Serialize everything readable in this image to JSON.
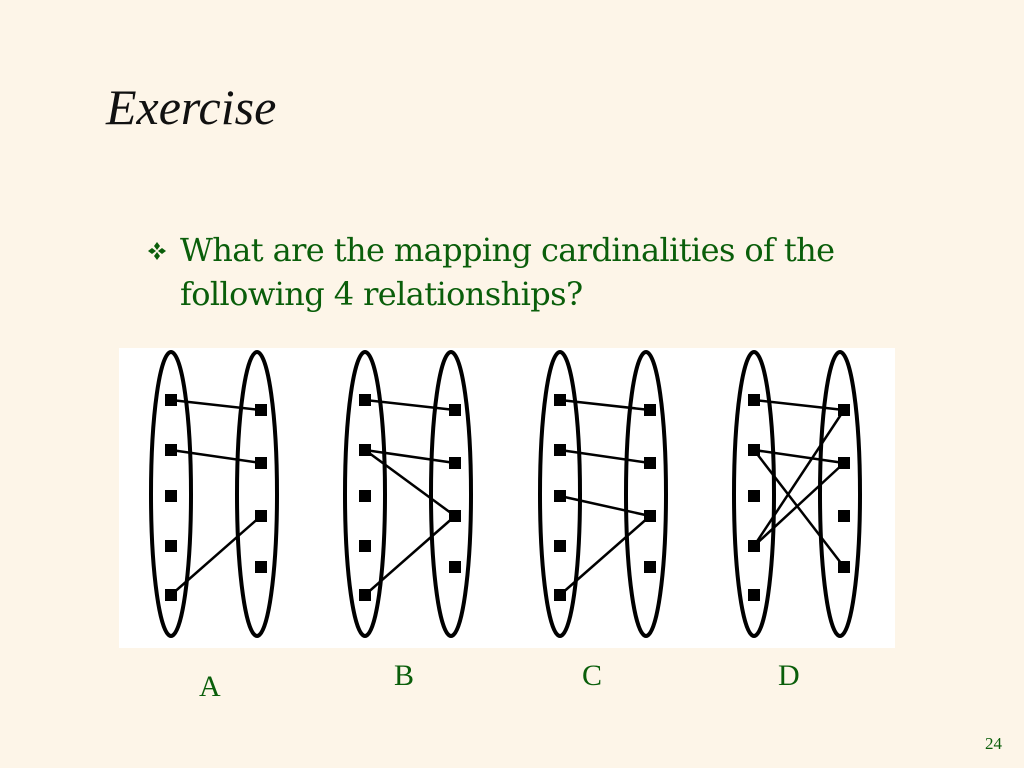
{
  "slide": {
    "title": "Exercise",
    "bullet": "What are the mapping cardinalities of the following 4 relationships?",
    "page_number": "24"
  },
  "diagrams": [
    {
      "label": "A",
      "connections": [
        [
          0,
          0
        ],
        [
          1,
          1
        ],
        [
          4,
          2
        ]
      ]
    },
    {
      "label": "B",
      "connections": [
        [
          0,
          0
        ],
        [
          1,
          1
        ],
        [
          1,
          2
        ],
        [
          4,
          2
        ]
      ]
    },
    {
      "label": "C",
      "connections": [
        [
          0,
          0
        ],
        [
          1,
          1
        ],
        [
          2,
          2
        ],
        [
          4,
          2
        ]
      ]
    },
    {
      "label": "D",
      "connections": [
        [
          0,
          0
        ],
        [
          1,
          1
        ],
        [
          1,
          3
        ],
        [
          3,
          0
        ],
        [
          3,
          1
        ]
      ]
    }
  ],
  "colors": {
    "background": "#fdf5e8",
    "text_green": "#0a5e0a",
    "title": "#111111"
  },
  "icons": {
    "bullet": "diamond-bullet-icon"
  }
}
